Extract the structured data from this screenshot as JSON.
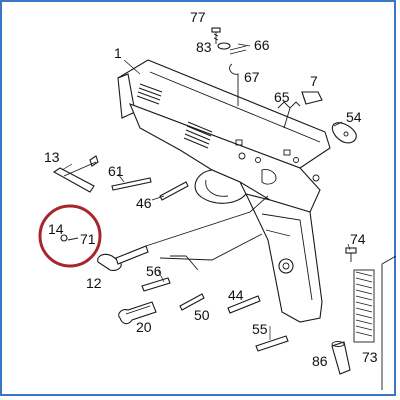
{
  "diagram": {
    "highlight_color": "#a6262b",
    "border_color": "#3a77c4",
    "callouts": {
      "p77": "77",
      "p83": "83",
      "p66": "66",
      "p1": "1",
      "p67": "67",
      "p7": "7",
      "p65": "65",
      "p54": "54",
      "p13": "13",
      "p61": "61",
      "p46": "46",
      "p14": "14",
      "p71": "71",
      "p12": "12",
      "p74": "74",
      "p56": "56",
      "p44": "44",
      "p20": "20",
      "p50": "50",
      "p55": "55",
      "p86": "86",
      "p73": "73"
    }
  }
}
